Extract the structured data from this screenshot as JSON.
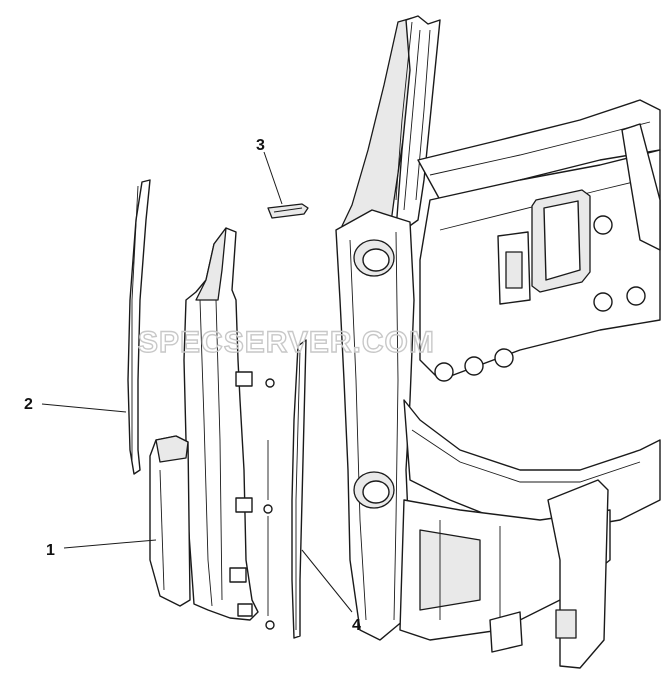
{
  "callouts": [
    {
      "id": "1",
      "label": "1"
    },
    {
      "id": "2",
      "label": "2"
    },
    {
      "id": "3",
      "label": "3"
    },
    {
      "id": "4",
      "label": "4"
    }
  ],
  "watermark": "SPECSERVER.COM"
}
